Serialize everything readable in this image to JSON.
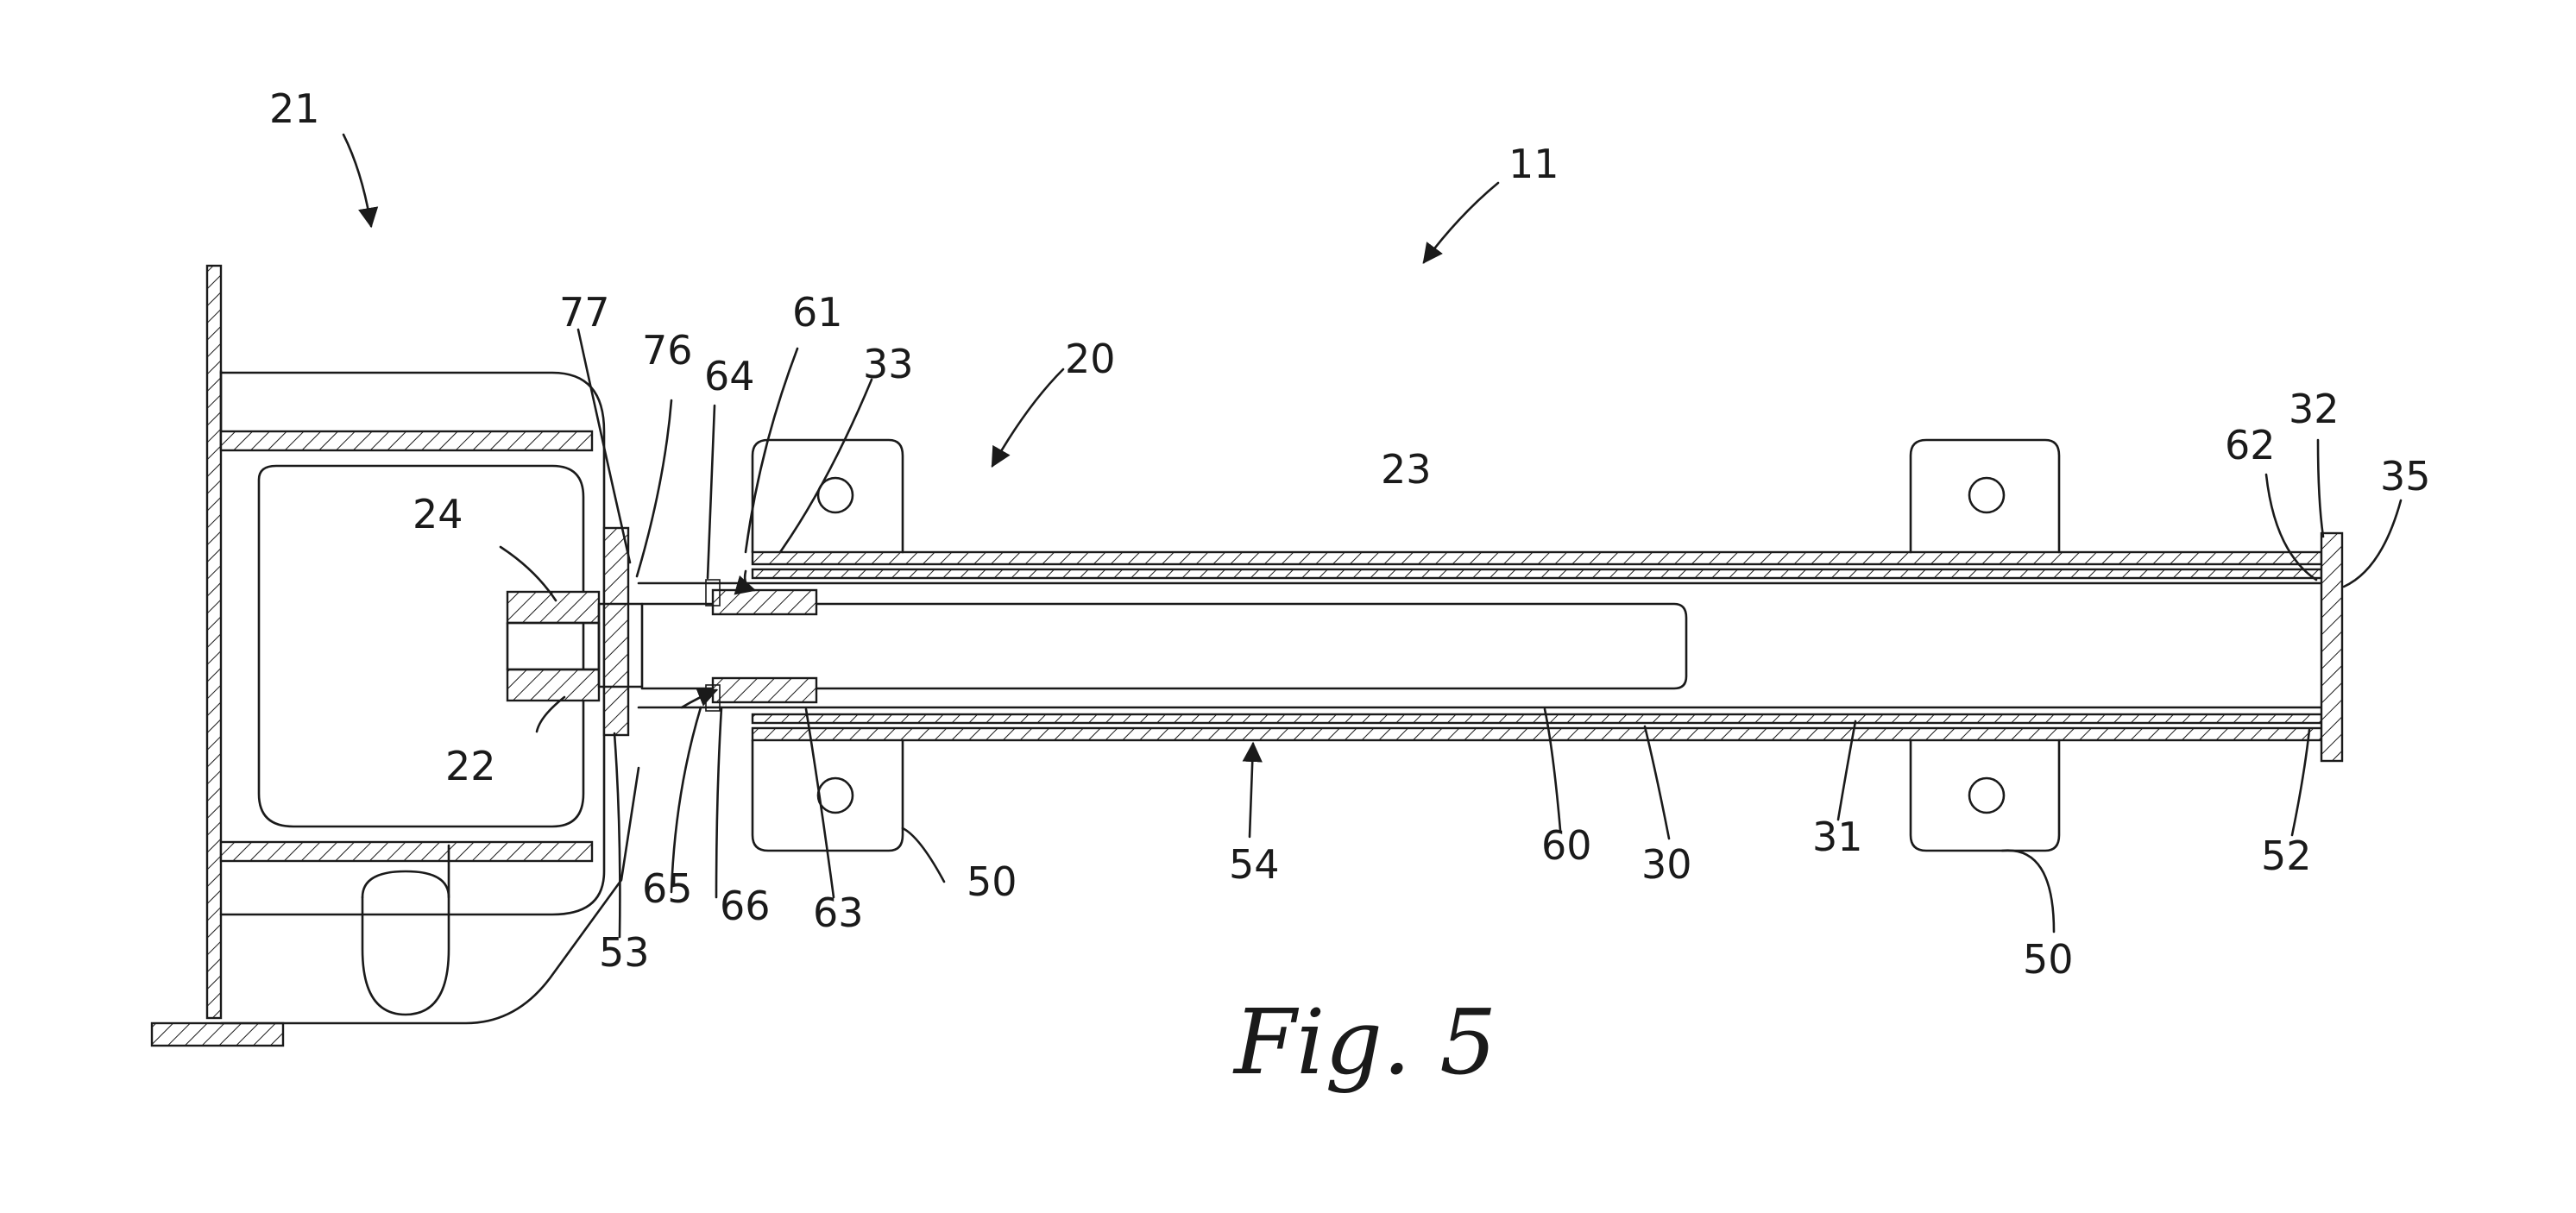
{
  "figure": {
    "caption": "Fig. 5",
    "labels": [
      {
        "id": "ref-21",
        "text": "21"
      },
      {
        "id": "ref-11",
        "text": "11"
      },
      {
        "id": "ref-20",
        "text": "20"
      },
      {
        "id": "ref-77",
        "text": "77"
      },
      {
        "id": "ref-76",
        "text": "76"
      },
      {
        "id": "ref-64",
        "text": "64"
      },
      {
        "id": "ref-61",
        "text": "61"
      },
      {
        "id": "ref-33",
        "text": "33"
      },
      {
        "id": "ref-24",
        "text": "24"
      },
      {
        "id": "ref-23",
        "text": "23"
      },
      {
        "id": "ref-22",
        "text": "22"
      },
      {
        "id": "ref-62",
        "text": "62"
      },
      {
        "id": "ref-32",
        "text": "32"
      },
      {
        "id": "ref-35",
        "text": "35"
      },
      {
        "id": "ref-65",
        "text": "65"
      },
      {
        "id": "ref-66",
        "text": "66"
      },
      {
        "id": "ref-63",
        "text": "63"
      },
      {
        "id": "ref-53",
        "text": "53"
      },
      {
        "id": "ref-50a",
        "text": "50"
      },
      {
        "id": "ref-54",
        "text": "54"
      },
      {
        "id": "ref-60",
        "text": "60"
      },
      {
        "id": "ref-30",
        "text": "30"
      },
      {
        "id": "ref-31",
        "text": "31"
      },
      {
        "id": "ref-52",
        "text": "52"
      },
      {
        "id": "ref-50b",
        "text": "50"
      }
    ]
  }
}
